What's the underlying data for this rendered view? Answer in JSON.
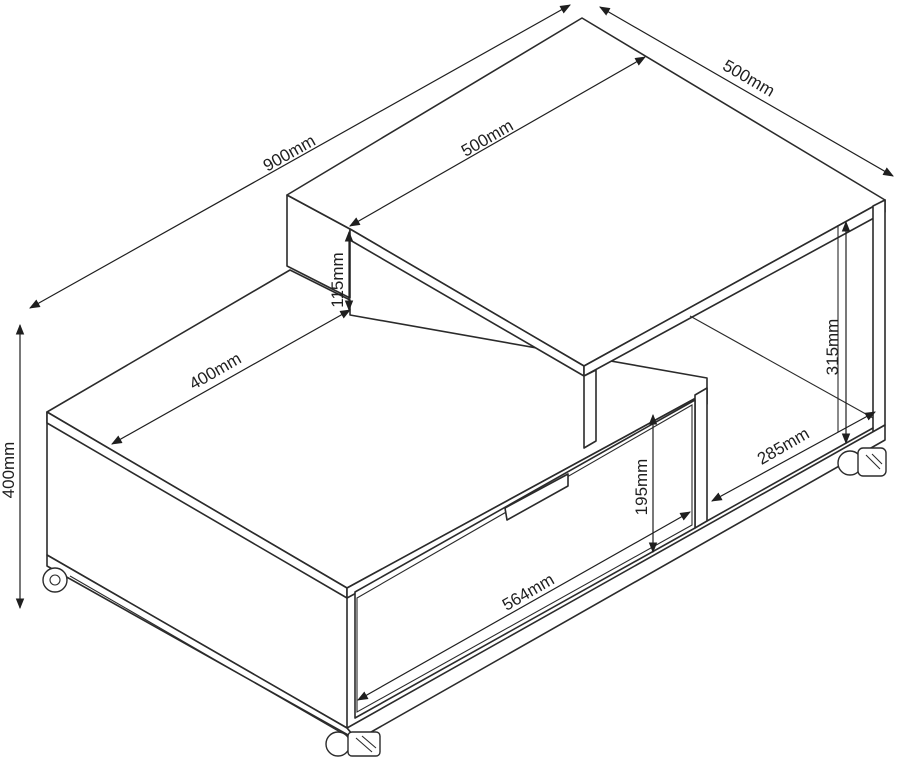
{
  "dimensions": {
    "overall_length": "900mm",
    "overall_depth": "500mm",
    "overall_height": "400mm",
    "upper_top_length": "500mm",
    "upper_top_step": "115mm",
    "lower_top_depth": "400mm",
    "open_shelf_height": "315mm",
    "open_shelf_depth": "285mm",
    "drawer_height": "195mm",
    "drawer_width": "564mm"
  }
}
